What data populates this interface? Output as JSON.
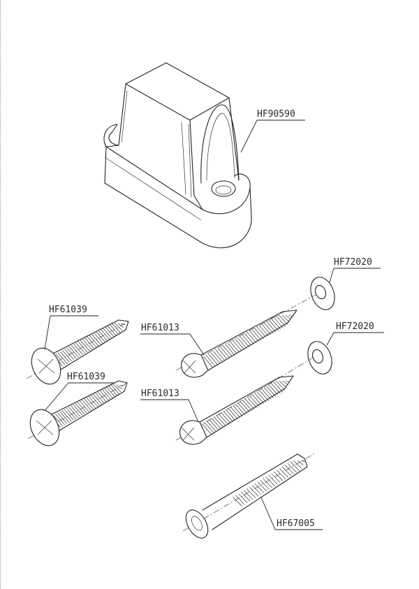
{
  "labels": {
    "block": "HF90590",
    "screw_cs_1": "HF61039",
    "screw_cs_2": "HF61039",
    "screw_pan_1": "HF61013",
    "screw_pan_2": "HF61013",
    "washer_1": "HF72020",
    "washer_2": "HF72020",
    "long_screw": "HF67005"
  }
}
